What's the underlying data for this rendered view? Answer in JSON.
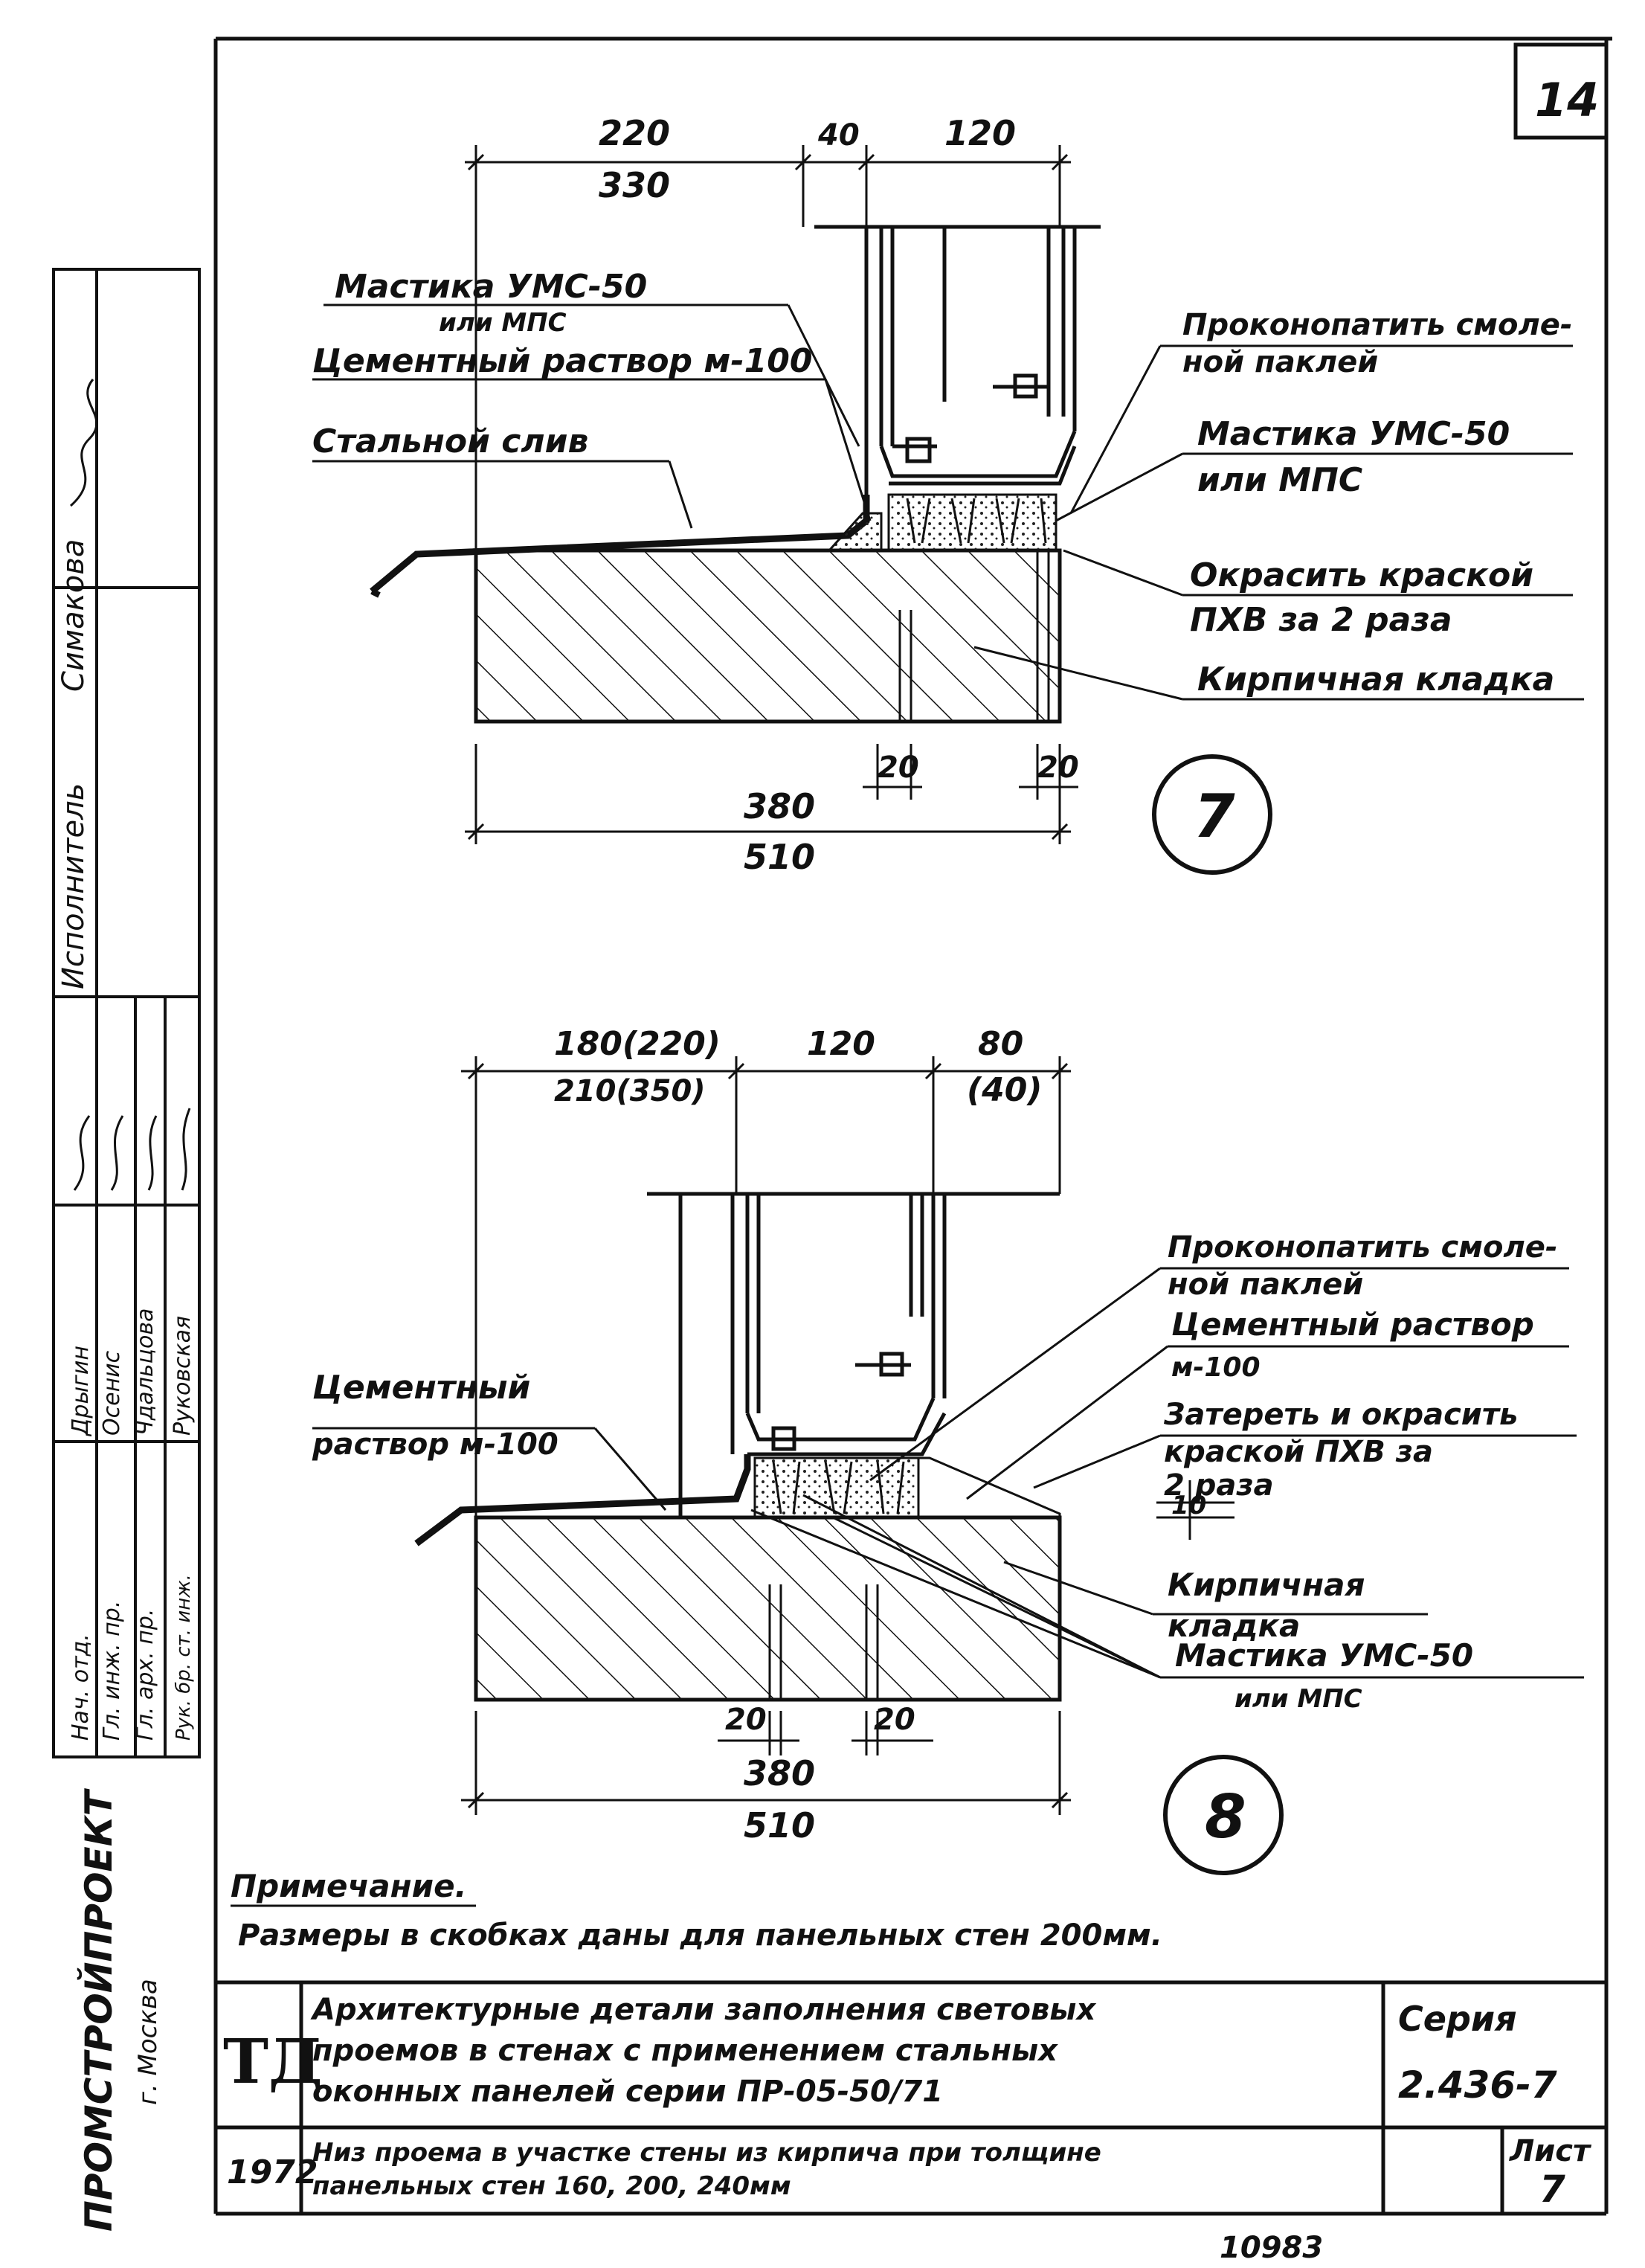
{
  "sheet_number": "14",
  "detail7": {
    "number": "7",
    "dim_top": {
      "a1": "220",
      "a2": "330",
      "b": "40",
      "c": "120"
    },
    "dim_bottom": {
      "d1": "380",
      "d2": "510",
      "e": "20",
      "f": "20"
    },
    "callouts_left": [
      [
        "Мастика УМС-50",
        "или МПС"
      ],
      [
        "Цементный раствор м-100"
      ],
      [
        "Стальной слив"
      ]
    ],
    "callouts_right": [
      [
        "Проконопатить смоле-",
        "ной паклей"
      ],
      [
        "Мастика УМС-50",
        "или МПС"
      ],
      [
        "Окрасить краской",
        "ПХВ за 2 раза"
      ],
      [
        "Кирпичная кладка"
      ]
    ]
  },
  "detail8": {
    "number": "8",
    "dim_top": {
      "a1": "180(220)",
      "a2": "210(350)",
      "b": "120",
      "c1": "80",
      "c2": "(40)"
    },
    "dim_bottom": {
      "d1": "380",
      "d2": "510",
      "e": "20",
      "f": "20"
    },
    "dim_side": "10",
    "callouts_left": [
      [
        "Цементный",
        "раствор м-100"
      ]
    ],
    "callouts_right": [
      [
        "Проконопатить смоле-",
        "ной паклей"
      ],
      [
        "Цементный раствор",
        "м-100"
      ],
      [
        "Затереть и окрасить",
        "краской ПХВ за",
        "2 раза"
      ],
      [
        "Кирпичная",
        "кладка"
      ],
      [
        "Мастика УМС-50",
        "или МПС"
      ]
    ]
  },
  "note": {
    "title": "Примечание.",
    "text": "Размеры в скобках даны для панельных стен 200мм."
  },
  "title_block": {
    "mark": "ТД",
    "title_lines": [
      "Архитектурные детали заполнения световых",
      "проемов в стенах с применением стальных",
      "оконных панелей серии ПР-05-50/71"
    ],
    "series_label": "Серия",
    "series_value": "2.436-7",
    "year": "1972",
    "subtitle_lines": [
      "Низ проема в участке стены из кирпича при толщине",
      "панельных стен 160, 200, 240мм"
    ],
    "sheet_label": "Лист",
    "sheet_value": "7",
    "stamp": "10983"
  },
  "side_stamp": {
    "org": "ПРОМСТРОЙПРОЕКТ",
    "city": "г. Москва",
    "roles": [
      "Нач. отд.",
      "Гл. инж. пр.",
      "Гл. арх. пр.",
      "Рук. бр. ст. инж."
    ],
    "names": [
      "Дрыгин",
      "Осенис",
      "Чдальцова",
      "Руковская"
    ],
    "executor_label": "Исполнитель",
    "executor_name": "Симакова"
  }
}
